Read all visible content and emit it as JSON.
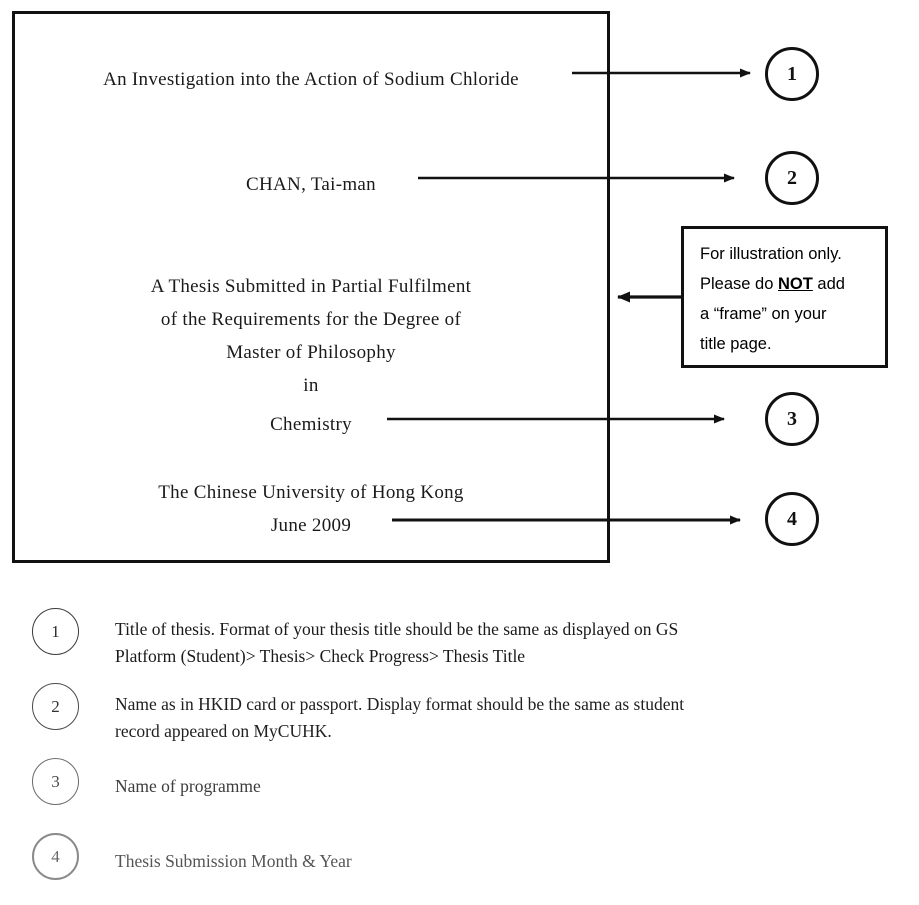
{
  "title_page": {
    "thesis_title": "An Investigation into the Action of Sodium Chloride",
    "author_name": "CHAN, Tai-man",
    "submission_statement_line_1": "A Thesis Submitted in Partial Fulfilment",
    "submission_statement_line_2": "of the Requirements for the Degree of",
    "submission_statement_line_3": "Master of Philosophy",
    "submission_statement_line_4": "in",
    "programme_name": "Chemistry",
    "institution_name": "The Chinese University of Hong Kong",
    "submission_date": "June 2009"
  },
  "markers": [
    {
      "number": "1"
    },
    {
      "number": "2"
    },
    {
      "number": "3"
    },
    {
      "number": "4"
    }
  ],
  "note_box": {
    "line_1": "For illustration only.",
    "line_2_before": "Please do ",
    "line_2_emphasis": "NOT",
    "line_2_after": " add",
    "line_3": "a “frame” on your",
    "line_4": "title page."
  },
  "legend": [
    {
      "number": "1",
      "line_1": "Title of thesis. Format of your thesis title should be the same as displayed on GS",
      "line_2": "Platform (Student)> Thesis> Check Progress> Thesis Title"
    },
    {
      "number": "2",
      "line_1": "Name as in HKID card or passport. Display format should be the same as student",
      "line_2": "record appeared on MyCUHK."
    },
    {
      "number": "3",
      "line_1": "Name of programme",
      "line_2": ""
    },
    {
      "number": "4",
      "line_1": "Thesis Submission Month & Year",
      "line_2": ""
    }
  ],
  "colors": {
    "ink": "#111111",
    "page_background": "#ffffff",
    "faded_ink": "#6a6a6a"
  }
}
